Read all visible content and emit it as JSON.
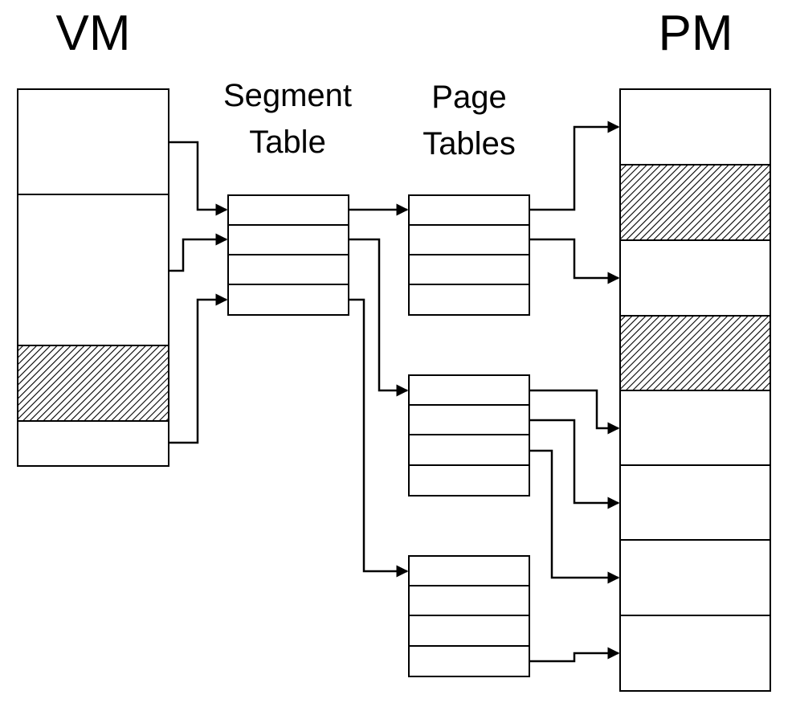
{
  "titles": {
    "vm": "VM",
    "pm": "PM",
    "segment_table": [
      "Segment",
      "Table"
    ],
    "page_tables": [
      "Page",
      "Tables"
    ]
  },
  "vm_memory": {
    "segments": [
      {
        "id": "vm-seg-1",
        "hatched": false
      },
      {
        "id": "vm-seg-2",
        "hatched": false
      },
      {
        "id": "vm-seg-3",
        "hatched": true
      },
      {
        "id": "vm-seg-4",
        "hatched": false
      }
    ]
  },
  "segment_table": {
    "entry_count": 4
  },
  "page_tables": [
    {
      "id": "page-table-1",
      "entry_count": 4
    },
    {
      "id": "page-table-2",
      "entry_count": 4
    },
    {
      "id": "page-table-3",
      "entry_count": 4
    }
  ],
  "pm_memory": {
    "frames": [
      {
        "id": "pm-frame-1",
        "hatched": false
      },
      {
        "id": "pm-frame-2",
        "hatched": true
      },
      {
        "id": "pm-frame-3",
        "hatched": false
      },
      {
        "id": "pm-frame-4",
        "hatched": true
      },
      {
        "id": "pm-frame-5",
        "hatched": false
      },
      {
        "id": "pm-frame-6",
        "hatched": false
      },
      {
        "id": "pm-frame-7",
        "hatched": false
      },
      {
        "id": "pm-frame-8",
        "hatched": false
      }
    ]
  },
  "mappings": [
    {
      "from": "vm-seg-1",
      "to": "segment-entry-1"
    },
    {
      "from": "vm-seg-2",
      "to": "segment-entry-2"
    },
    {
      "from": "vm-seg-4",
      "to": "segment-entry-4"
    },
    {
      "from": "segment-entry-1",
      "to": "page-table-1"
    },
    {
      "from": "segment-entry-2",
      "to": "page-table-2"
    },
    {
      "from": "segment-entry-4",
      "to": "page-table-3"
    },
    {
      "from": "page-table-1-entry-1",
      "to": "pm-frame-1"
    },
    {
      "from": "page-table-1-entry-2",
      "to": "pm-frame-3"
    },
    {
      "from": "page-table-2-entry-1",
      "to": "pm-frame-5"
    },
    {
      "from": "page-table-2-entry-2",
      "to": "pm-frame-6"
    },
    {
      "from": "page-table-2-entry-3",
      "to": "pm-frame-7"
    },
    {
      "from": "page-table-3-entry-4",
      "to": "pm-frame-8"
    }
  ],
  "colors": {
    "stroke": "#000000",
    "background": "#ffffff",
    "hatch": "#000000"
  }
}
